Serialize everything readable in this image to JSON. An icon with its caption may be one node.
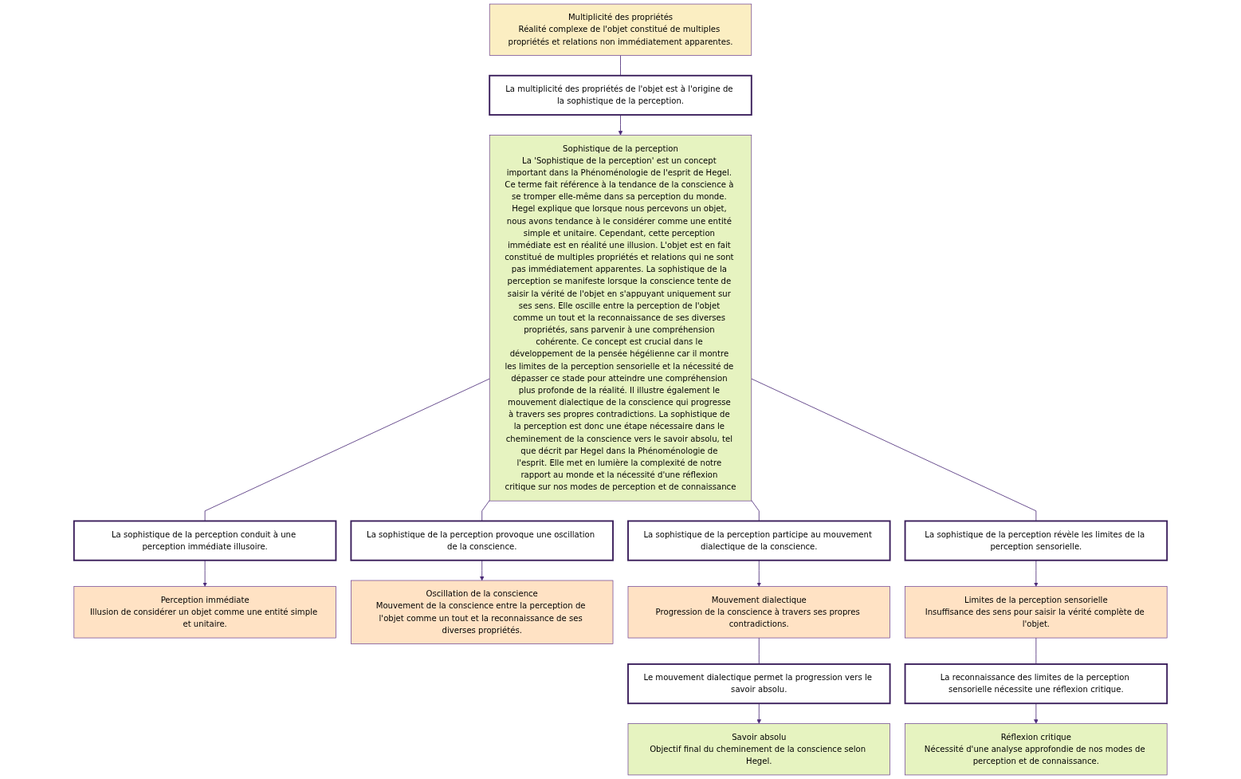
{
  "diagram": {
    "nodes": [
      {
        "text": [
          "Multiplicité des propriétés",
          "Réalité complexe de l'objet constitué de multiples propriétés et relations non immédiatement apparentes."
        ]
      },
      {
        "text": [
          "La multiplicité des propriétés de l'objet est à l'origine de la sophistique de la perception."
        ]
      },
      {
        "text": [
          "Sophistique de la perception",
          "La 'Sophistique de la perception' est un concept important dans la Phénoménologie de l'esprit de Hegel. Ce terme fait référence à la tendance de la conscience à se tromper elle-même dans sa perception du monde. Hegel explique que lorsque nous percevons un objet, nous avons tendance à le considérer comme une entité simple et unitaire. Cependant, cette perception immédiate est en réalité une illusion. L'objet est en fait constitué de multiples propriétés et relations qui ne sont pas immédiatement apparentes. La sophistique de la perception se manifeste lorsque la conscience tente de saisir la vérité de l'objet en s'appuyant uniquement sur ses sens. Elle oscille entre la perception de l'objet comme un tout et la reconnaissance de ses diverses propriétés, sans parvenir à une compréhension cohérente. Ce concept est crucial dans le développement de la pensée hégélienne car il montre les limites de la perception sensorielle et la nécessité de dépasser ce stade pour atteindre une compréhension plus profonde de la réalité. Il illustre également le mouvement dialectique de la conscience qui progresse à travers ses propres contradictions. La sophistique de la perception est donc une étape nécessaire dans le cheminement de la conscience vers le savoir absolu, tel que décrit par Hegel dans la Phénoménologie de l'esprit. Elle met en lumière la complexité de notre rapport au monde et la nécessité d'une réflexion critique sur nos modes de perception et de connaissance"
        ]
      },
      {
        "text": [
          "La sophistique de la perception conduit à une perception immédiate illusoire."
        ]
      },
      {
        "text": [
          "La sophistique de la perception provoque une oscillation de la conscience."
        ]
      },
      {
        "text": [
          "La sophistique de la perception participe au mouvement dialectique de la conscience."
        ]
      },
      {
        "text": [
          "La sophistique de la perception révèle les limites de la perception sensorielle."
        ]
      },
      {
        "text": [
          "Perception immédiate",
          "Illusion de considérer un objet comme une entité simple et unitaire."
        ]
      },
      {
        "text": [
          "Oscillation de la conscience",
          "Mouvement de la conscience entre la perception de l'objet comme un tout et la reconnaissance de ses diverses propriétés."
        ]
      },
      {
        "text": [
          "Mouvement dialectique",
          "Progression de la conscience à travers ses propres contradictions."
        ]
      },
      {
        "text": [
          "Limites de la perception sensorielle",
          "Insuffisance des sens pour saisir la vérité complète de l'objet."
        ]
      },
      {
        "text": [
          "Le mouvement dialectique permet la progression vers le savoir absolu."
        ]
      },
      {
        "text": [
          "La reconnaissance des limites de la perception sensorielle nécessite une réflexion critique."
        ]
      },
      {
        "text": [
          "Savoir absolu",
          "Objectif final du cheminement de la conscience selon Hegel."
        ]
      },
      {
        "text": [
          "Réflexion critique",
          "Nécessité d'une analyse approfondie de nos modes de perception et de connaissance."
        ]
      }
    ],
    "edges": [
      {
        "from": 0,
        "to": 1,
        "arrow": "none"
      },
      {
        "from": 1,
        "to": 2,
        "arrow": "to"
      },
      {
        "from": 2,
        "to": 3,
        "arrow": "none"
      },
      {
        "from": 3,
        "to": 7,
        "arrow": "to"
      },
      {
        "from": 2,
        "to": 4,
        "arrow": "none"
      },
      {
        "from": 4,
        "to": 8,
        "arrow": "to"
      },
      {
        "from": 2,
        "to": 5,
        "arrow": "none"
      },
      {
        "from": 5,
        "to": 9,
        "arrow": "to"
      },
      {
        "from": 2,
        "to": 6,
        "arrow": "none"
      },
      {
        "from": 6,
        "to": 10,
        "arrow": "to"
      },
      {
        "from": 9,
        "to": 11,
        "arrow": "none"
      },
      {
        "from": 11,
        "to": 13,
        "arrow": "to"
      },
      {
        "from": 10,
        "to": 12,
        "arrow": "none"
      },
      {
        "from": 12,
        "to": 14,
        "arrow": "to"
      }
    ]
  }
}
